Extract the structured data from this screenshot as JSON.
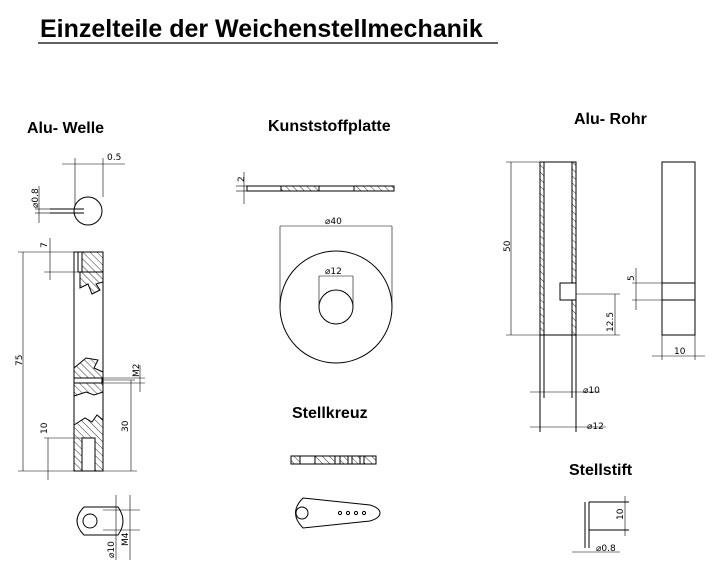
{
  "title": "Einzelteile  der  Weichenstellmechanik",
  "sections": {
    "alu_welle": "Alu-  Welle",
    "kunststoffplatte": "Kunststoffplatte",
    "alu_rohr": "Alu-  Rohr",
    "stellkreuz": "Stellkreuz",
    "stellstift": "Stellstift"
  },
  "dimensions": {
    "welle_offset": "0.5",
    "welle_pin_dia": "⌀0.8",
    "welle_top": "7",
    "welle_length": "75",
    "welle_thread": "M2",
    "welle_hole_depth": "10",
    "welle_thread_pos": "30",
    "welle_bottom_dia": "⌀10",
    "welle_bottom_thread": "M4",
    "platte_thickness": "2",
    "platte_outer": "⌀40",
    "platte_inner": "⌀12",
    "rohr_length": "50",
    "rohr_slot_pos": "12.5",
    "rohr_slot_width": "5",
    "rohr_width": "10",
    "rohr_inner": "⌀10",
    "rohr_outer": "⌀12",
    "stift_length": "10",
    "stift_dia": "⌀0.8"
  },
  "colors": {
    "line": "#000000",
    "background": "#ffffff"
  }
}
